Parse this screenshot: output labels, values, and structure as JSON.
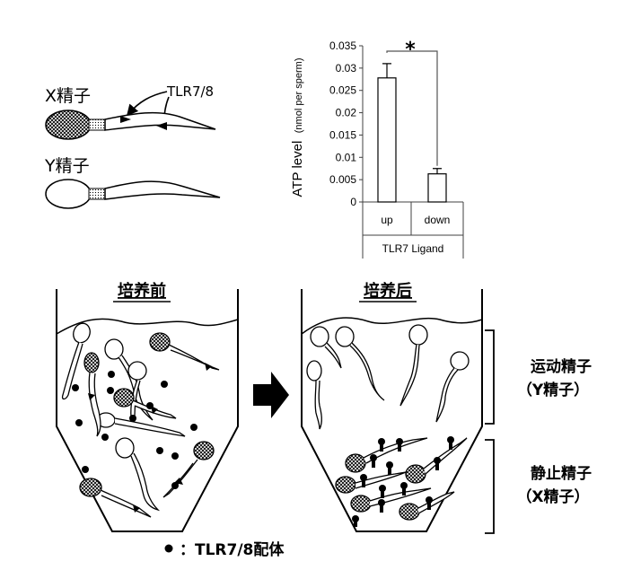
{
  "legend_top": {
    "x_sperm": "X精子",
    "y_sperm": "Y精子",
    "tlr_label": "TLR7/8"
  },
  "chart_data": {
    "type": "bar",
    "categories": [
      "up",
      "down"
    ],
    "values": [
      0.0278,
      0.0063
    ],
    "errors": [
      0.0032,
      0.0012
    ],
    "ylabel_main": "ATP level",
    "ylabel_unit": "(nmol per sperm)",
    "xgroup_label": "TLR7 Ligand",
    "ylim": [
      0,
      0.035
    ],
    "yticks": [
      0,
      0.005,
      0.01,
      0.015,
      0.02,
      0.025,
      0.03,
      0.035
    ],
    "ytick_labels": [
      "0",
      "0.005",
      "0.01",
      "0.015",
      "0.02",
      "0.025",
      "0.03",
      "0.035"
    ],
    "significance": "*"
  },
  "tubes": {
    "before_label": "培养前",
    "after_label": "培养后"
  },
  "groups": {
    "motile_line1": "运动精子",
    "motile_line2": "（Y精子）",
    "static_line1": "静止精子",
    "static_line2": "（X精子）"
  },
  "footer": {
    "ligand_legend": "：TLR7/8配体"
  },
  "colors": {
    "ink": "#000000",
    "background": "#ffffff",
    "axis": "#404040"
  }
}
